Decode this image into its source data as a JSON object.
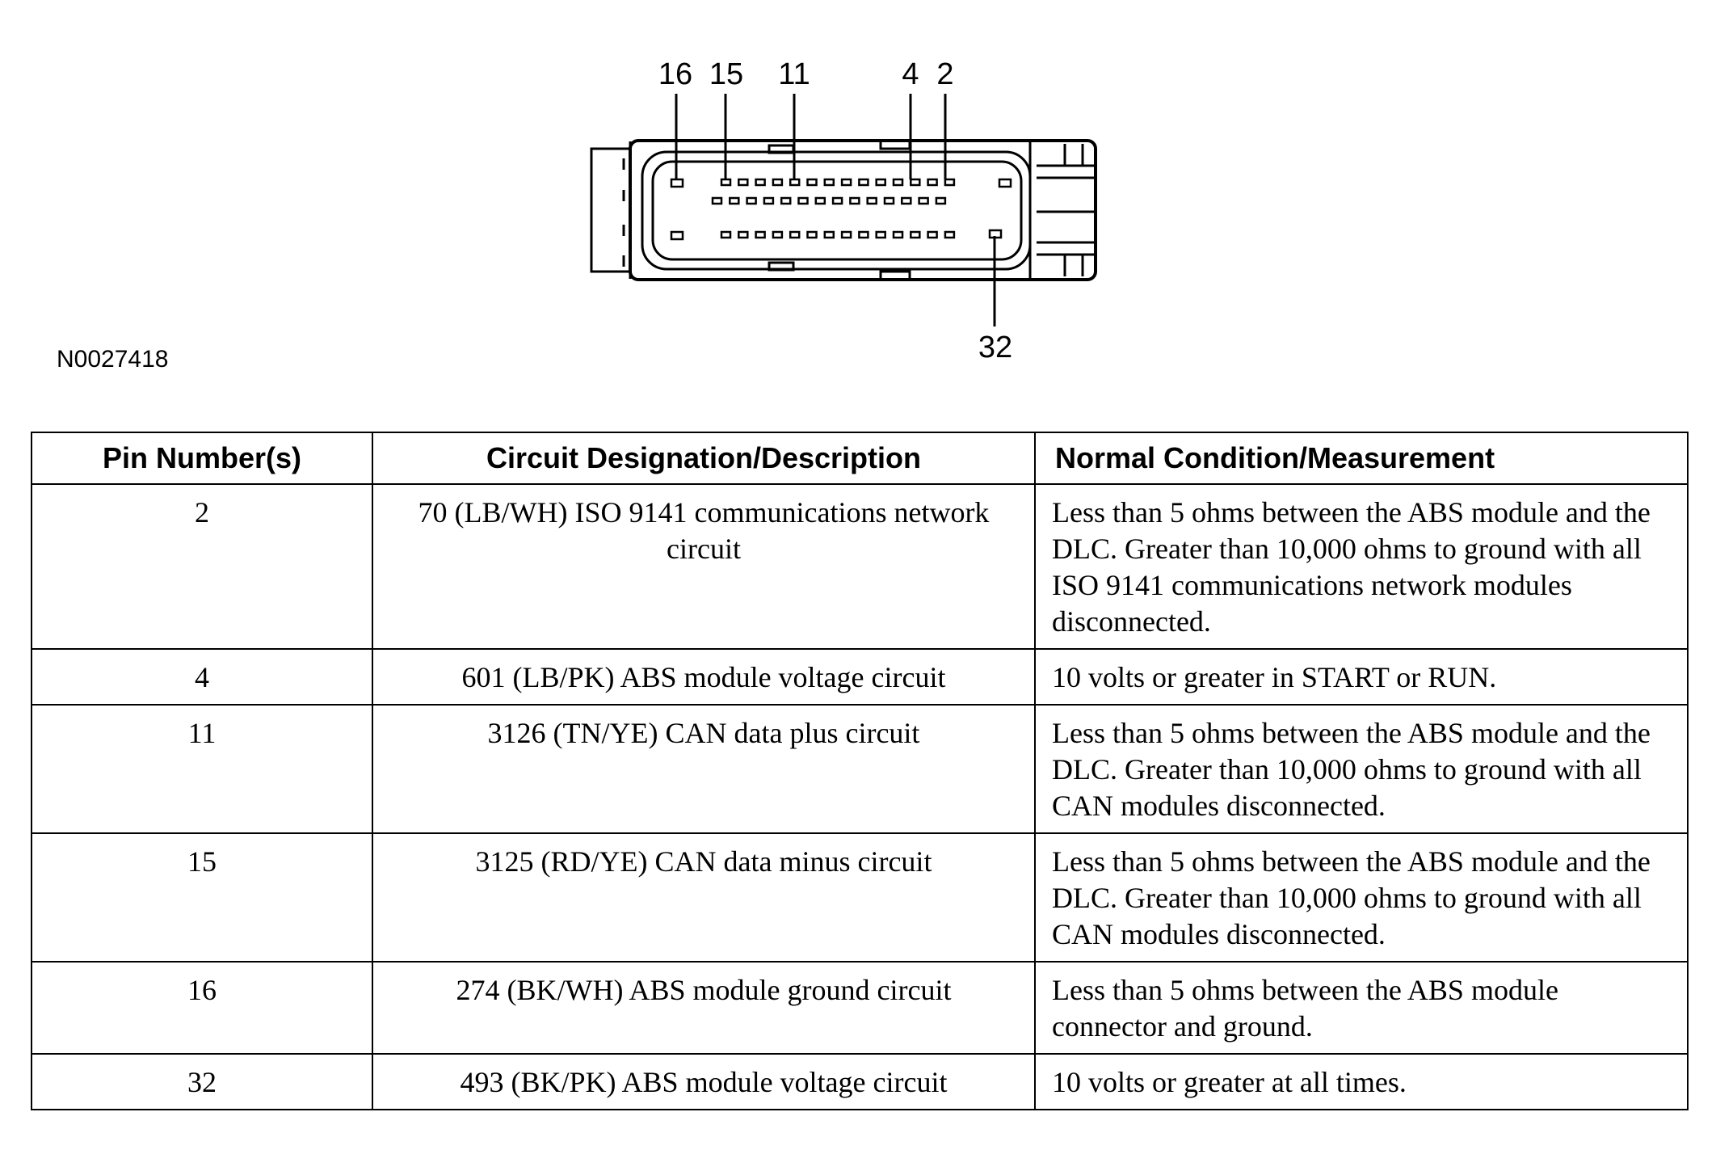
{
  "figure": {
    "id": "N0027418",
    "pin_callouts": [
      "16",
      "15",
      "11",
      "4",
      "2",
      "32"
    ]
  },
  "table": {
    "headers": [
      "Pin Number(s)",
      "Circuit Designation/Description",
      "Normal Condition/Measurement"
    ],
    "rows": [
      {
        "pin": "2",
        "description": "70 (LB/WH) ISO 9141 communications network circuit",
        "condition": "Less than 5 ohms between the ABS module and the DLC. Greater than 10,000 ohms to ground with all ISO 9141 communications network modules disconnected."
      },
      {
        "pin": "4",
        "description": "601 (LB/PK) ABS module voltage circuit",
        "condition": "10 volts or greater in START or RUN."
      },
      {
        "pin": "11",
        "description": "3126 (TN/YE) CAN data plus circuit",
        "condition": "Less than 5 ohms between the ABS module and the DLC. Greater than 10,000 ohms to ground with all CAN modules disconnected."
      },
      {
        "pin": "15",
        "description": "3125 (RD/YE) CAN data minus circuit",
        "condition": "Less than 5 ohms between the ABS module and the DLC. Greater than 10,000 ohms to ground with all CAN modules disconnected."
      },
      {
        "pin": "16",
        "description": "274 (BK/WH) ABS module ground circuit",
        "condition": "Less than 5 ohms between the ABS module connector and ground."
      },
      {
        "pin": "32",
        "description": "493 (BK/PK) ABS module voltage circuit",
        "condition": "10 volts or greater at all times."
      }
    ]
  }
}
